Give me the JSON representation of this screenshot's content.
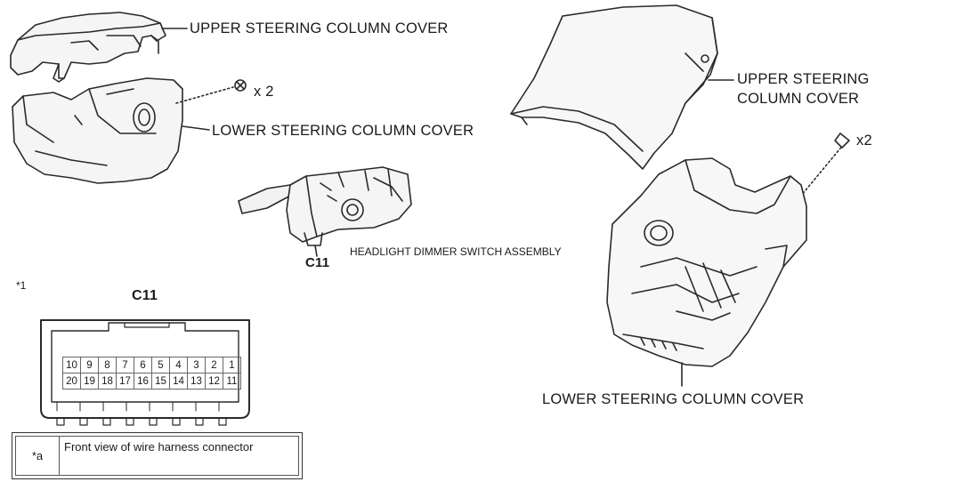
{
  "labels": {
    "upper_cover_left": "UPPER STEERING COLUMN COVER",
    "lower_cover_left": "LOWER STEERING COLUMN COVER",
    "qty_left": "x 2",
    "upper_cover_right_line1": "UPPER STEERING",
    "upper_cover_right_line2": "COLUMN COVER",
    "qty_right": "x2",
    "lower_cover_right": "LOWER STEERING COLUMN COVER",
    "headlight_switch": "HEADLIGHT DIMMER SWITCH ASSEMBLY",
    "connector_ref_switch": "C11",
    "figure_ref": "*1",
    "connector_title": "C11"
  },
  "connector": {
    "row_top": [
      "10",
      "9",
      "8",
      "7",
      "6",
      "5",
      "4",
      "3",
      "2",
      "1"
    ],
    "row_bottom": [
      "20",
      "19",
      "18",
      "17",
      "16",
      "15",
      "14",
      "13",
      "12",
      "11"
    ]
  },
  "legend": {
    "key": "*a",
    "text": "Front view of wire harness connector"
  }
}
